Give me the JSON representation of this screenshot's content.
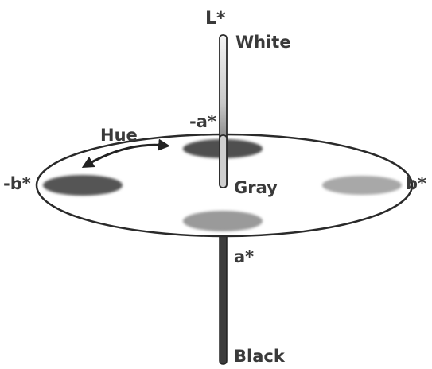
{
  "labels": {
    "l_axis": "L*",
    "white": "White",
    "gray": "Gray",
    "black": "Black",
    "neg_a": "-a*",
    "pos_a": "a*",
    "neg_b": "-b*",
    "pos_b": "b*",
    "hue": "Hue"
  },
  "colors": {
    "outline": "#2a2a2a",
    "text": "#3a3a3a",
    "swatch_neg_a": "#4f4f4f",
    "swatch_pos_a": "#9a9a9a",
    "swatch_neg_b": "#555555",
    "swatch_pos_b": "#a8a8a8",
    "axis_light": "#f2f2f2",
    "axis_dark": "#3a3a3a"
  }
}
